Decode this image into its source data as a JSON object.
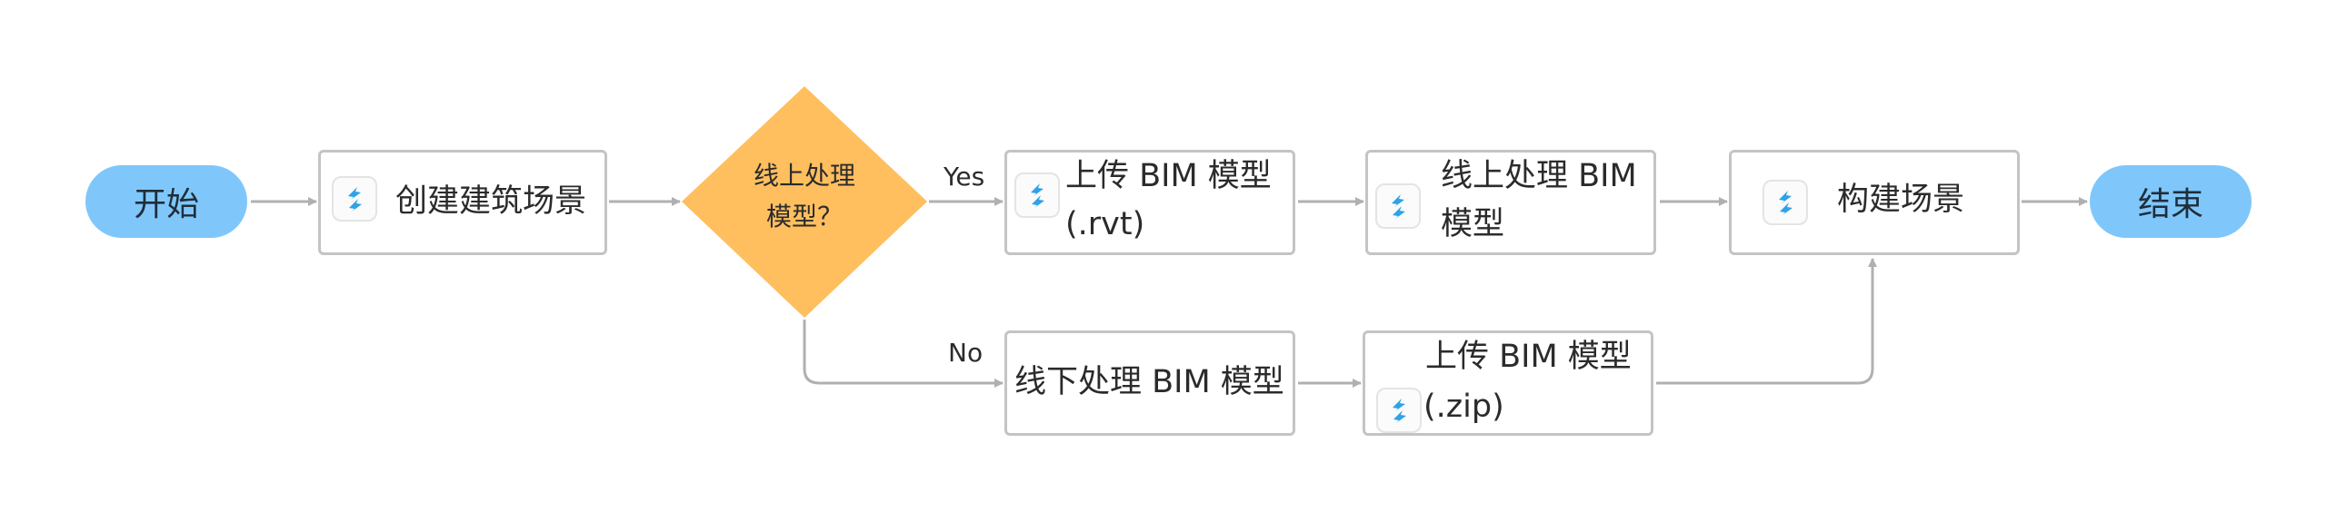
{
  "nodes": {
    "start": "开始",
    "create_scene": "创建建筑场景",
    "decision": [
      "线上处理",
      "模型？"
    ],
    "upload_rvt": [
      "上传 BIM 模型",
      "(.rvt)"
    ],
    "online_process": [
      "线上处理 BIM",
      "模型"
    ],
    "build_scene": "构建场景",
    "end": "结束",
    "offline_process": "线下处理 BIM 模型",
    "upload_zip": [
      "上传 BIM 模型",
      "(.zip)"
    ]
  },
  "edges": {
    "yes_label": "Yes",
    "no_label": "No"
  },
  "colors": {
    "terminal_fill": "#7fc7fb",
    "decision_fill": "#ffbf5f",
    "connector": "#b0b0b0",
    "box_border": "#c4c4c4",
    "logo_blue": "#2ea3e6"
  },
  "icons": {
    "node_logo": "app-logo-icon"
  }
}
